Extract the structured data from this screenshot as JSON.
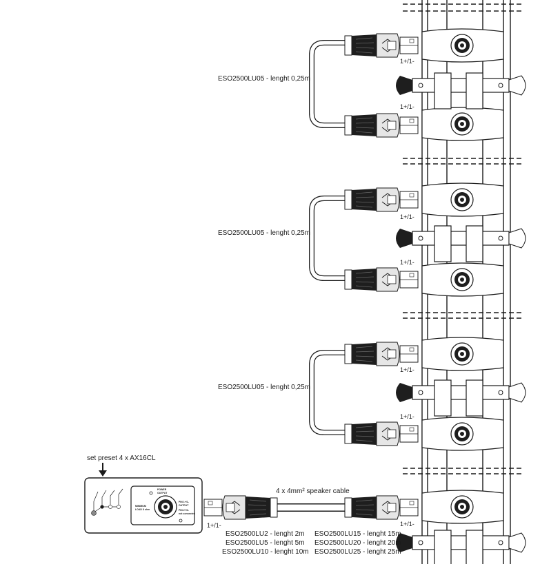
{
  "preset_label": "set preset 4 x AX16CL",
  "cable_label_short": "ESO2500LU05 - lenght 0,25m",
  "connection_polarity": "1+/1-",
  "speaker_cable_label": "4 x 4mm² speaker cable",
  "cable_options_left": [
    "ESO2500LU2 - lenght 2m",
    "ESO2500LU5 - lenght 5m",
    "ESO2500LU10 - lenght 10m"
  ],
  "cable_options_right": [
    "ESO2500LU15 - lenght 15m",
    "ESO2500LU20 - lenght 20m",
    "ESO2500LU25 - lenght 25m"
  ],
  "amp_panel": {
    "output_title_1": "POWER",
    "output_title_2": "OUTPUT",
    "minimum_label_1": "MINIMUM",
    "minimum_label_2": "LOAD 8 ohm",
    "pin_label_1": "PIN 1+/1-",
    "pin_label_2": "OUTPUT",
    "pin_label_3": "PIN 2+/2-",
    "pin_label_4": "not connected"
  },
  "colors": {
    "line": "#1a1a1a",
    "connector_dark": "#1e1e1e",
    "connector_light": "#e6e6e6",
    "led_grey": "#8a8a8a"
  }
}
